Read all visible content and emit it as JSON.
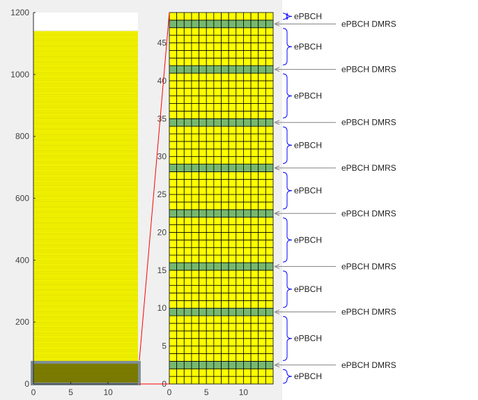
{
  "figure": {
    "background": "#f0f0f0",
    "axes_background": "#ffffff"
  },
  "chart_data": [
    {
      "type": "heatmap",
      "title": "",
      "xlabel": "",
      "ylabel": "",
      "xlim": [
        0,
        14
      ],
      "ylim": [
        0,
        1200
      ],
      "xticks": [
        0,
        5,
        10
      ],
      "yticks": [
        0,
        200,
        400,
        600,
        800,
        1000,
        1200
      ],
      "fill_color": "#ffff00",
      "fill_rows": [
        0,
        1140
      ],
      "zoom_box": {
        "x": [
          0,
          14
        ],
        "y": [
          0,
          70
        ],
        "color": "#7f8f96"
      }
    },
    {
      "type": "heatmap",
      "title": "",
      "xlabel": "",
      "ylabel": "",
      "xlim": [
        0,
        14
      ],
      "ylim": [
        0,
        49
      ],
      "xticks": [
        0,
        5,
        10
      ],
      "yticks": [
        0,
        5,
        10,
        15,
        20,
        25,
        30,
        35,
        40,
        45
      ],
      "cell_colors": {
        "ePBCH": "#ffff00",
        "ePBCH DMRS": "#76b86f"
      },
      "dmrs_rows": [
        2,
        9,
        15,
        22,
        28,
        34,
        41,
        47
      ],
      "annotations": [
        {
          "text": "ePBCH",
          "kind": "brace",
          "rows": [
            0,
            1
          ]
        },
        {
          "text": "ePBCH DMRS",
          "kind": "arrow",
          "row": 2
        },
        {
          "text": "ePBCH",
          "kind": "brace",
          "rows": [
            3,
            8
          ]
        },
        {
          "text": "ePBCH DMRS",
          "kind": "arrow",
          "row": 9
        },
        {
          "text": "ePBCH",
          "kind": "brace",
          "rows": [
            10,
            14
          ]
        },
        {
          "text": "ePBCH DMRS",
          "kind": "arrow",
          "row": 15
        },
        {
          "text": "ePBCH",
          "kind": "brace",
          "rows": [
            16,
            21
          ]
        },
        {
          "text": "ePBCH DMRS",
          "kind": "arrow",
          "row": 22
        },
        {
          "text": "ePBCH",
          "kind": "brace",
          "rows": [
            23,
            27
          ]
        },
        {
          "text": "ePBCH DMRS",
          "kind": "arrow",
          "row": 28
        },
        {
          "text": "ePBCH",
          "kind": "brace",
          "rows": [
            29,
            33
          ]
        },
        {
          "text": "ePBCH DMRS",
          "kind": "arrow",
          "row": 34
        },
        {
          "text": "ePBCH",
          "kind": "brace",
          "rows": [
            35,
            40
          ]
        },
        {
          "text": "ePBCH DMRS",
          "kind": "arrow",
          "row": 41
        },
        {
          "text": "ePBCH",
          "kind": "brace",
          "rows": [
            42,
            46
          ]
        },
        {
          "text": "ePBCH DMRS",
          "kind": "arrow",
          "row": 47
        },
        {
          "text": "ePBCH",
          "kind": "brace",
          "rows": [
            48,
            48
          ]
        }
      ],
      "brace_color": "#0000ff",
      "arrow_color": "#808080"
    }
  ],
  "zoom_connector_color": "#ff0000"
}
